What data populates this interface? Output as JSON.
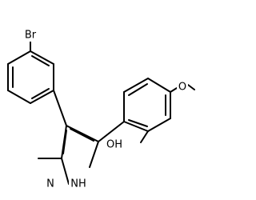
{
  "molecule": {
    "atoms": {
      "br": {
        "label": "Br"
      },
      "o_methoxy": {
        "label": "O"
      },
      "n_pyrazole": {
        "label": "N"
      },
      "nh_pyrazole": {
        "label": "NH"
      },
      "oh": {
        "label": "OH"
      }
    }
  }
}
